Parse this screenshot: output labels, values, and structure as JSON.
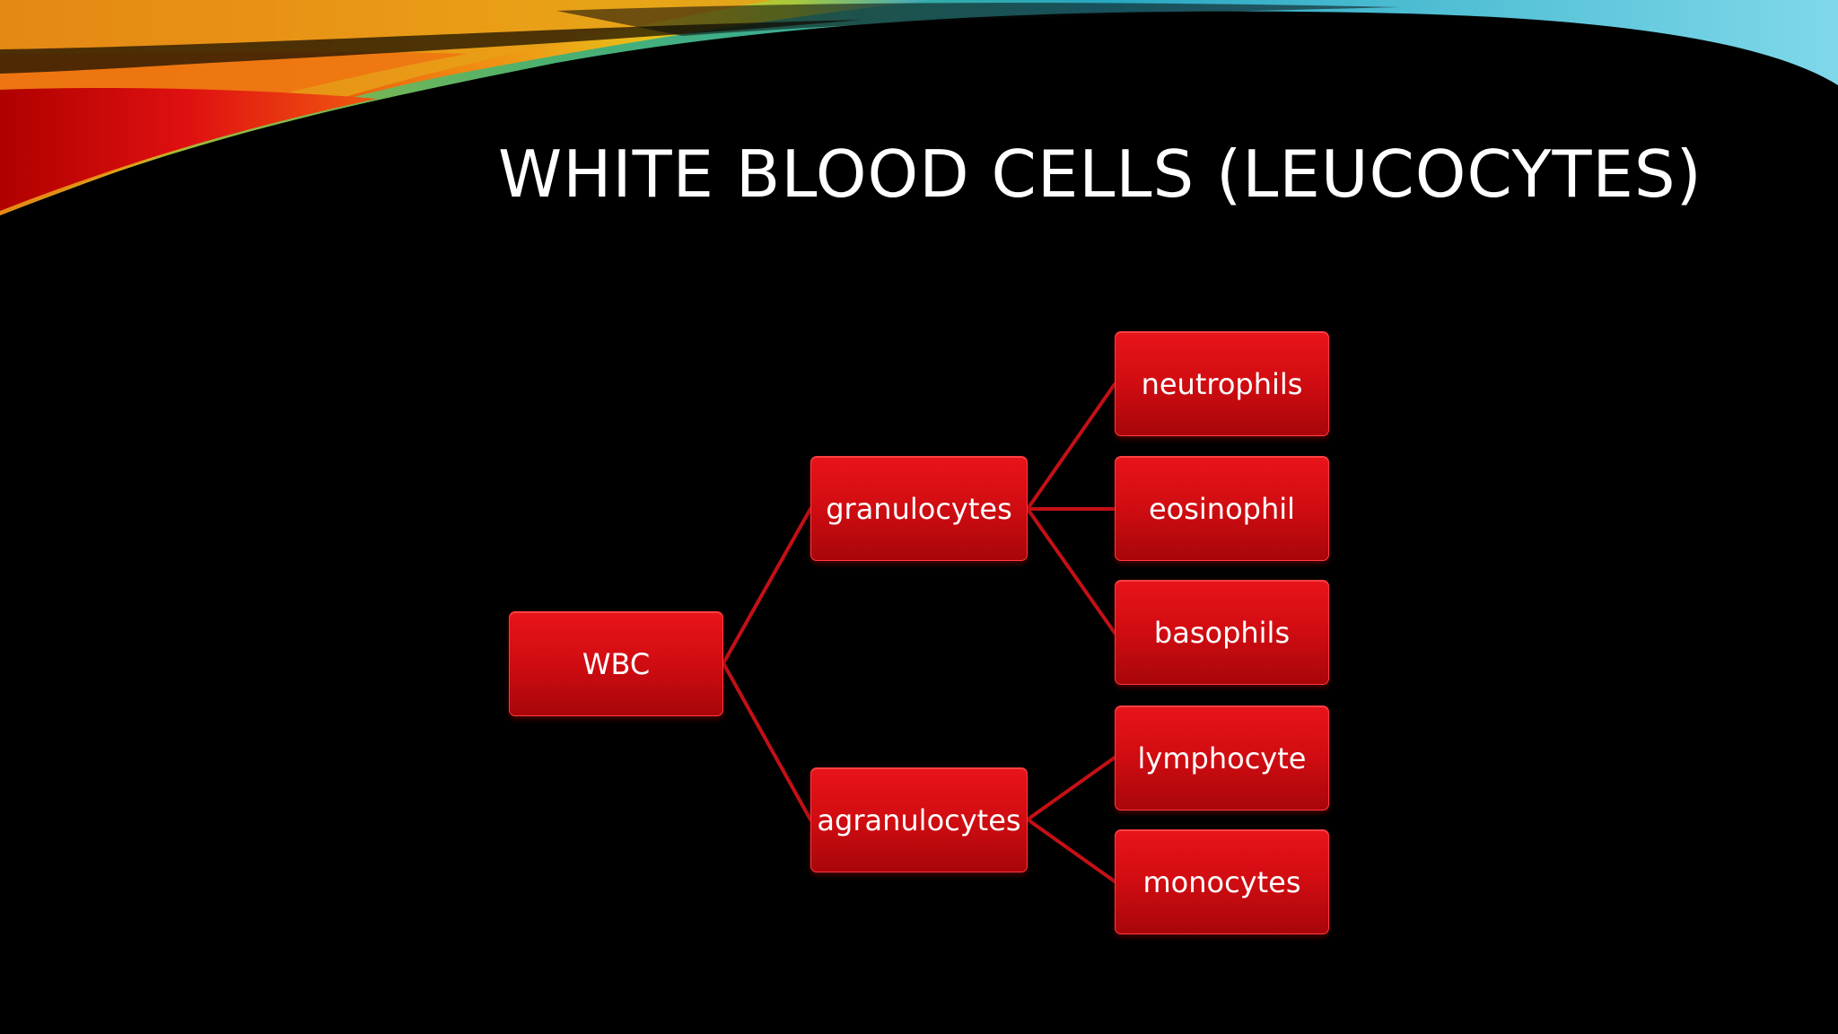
{
  "slide": {
    "title": "WHITE BLOOD CELLS (LEUCOCYTES)"
  },
  "colors": {
    "background": "#000000",
    "box_fill": "#d30d12",
    "connector": "#c41016",
    "text": "#ffffff"
  },
  "diagram": {
    "root": "WBC",
    "granulocytes": {
      "label": "granulocytes",
      "children": [
        "neutrophils",
        "eosinophil",
        "basophils"
      ]
    },
    "agranulocytes": {
      "label": "agranulocytes",
      "children": [
        "lymphocyte",
        "monocytes"
      ]
    }
  }
}
